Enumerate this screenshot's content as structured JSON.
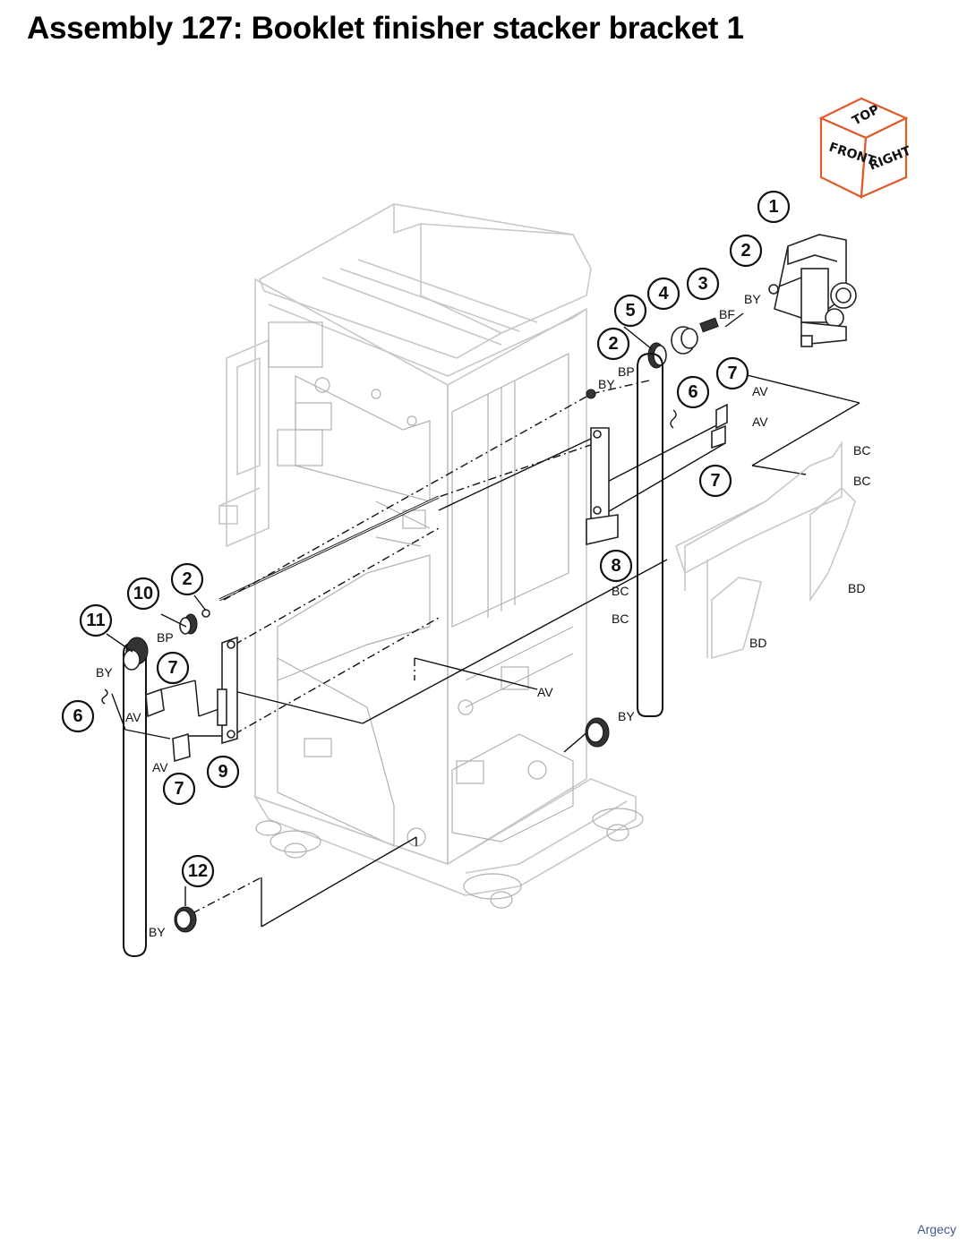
{
  "title": "Assembly 127: Booklet finisher stacker bracket 1",
  "footer": "Argecy",
  "orientation_cube": {
    "top": "TOP",
    "front": "FRONT",
    "right": "RIGHT",
    "accent_color": "#e05a2a"
  },
  "callouts": [
    "1",
    "2",
    "3",
    "4",
    "5",
    "2",
    "6",
    "7",
    "7",
    "8",
    "10",
    "2",
    "11",
    "7",
    "6",
    "7",
    "9",
    "12"
  ],
  "codes": [
    "BY",
    "BF",
    "BP",
    "BY",
    "AV",
    "AV",
    "BC",
    "BC",
    "BC",
    "BC",
    "BD",
    "BD",
    "BP",
    "BY",
    "AV",
    "AV",
    "AV",
    "BY",
    "BY"
  ]
}
